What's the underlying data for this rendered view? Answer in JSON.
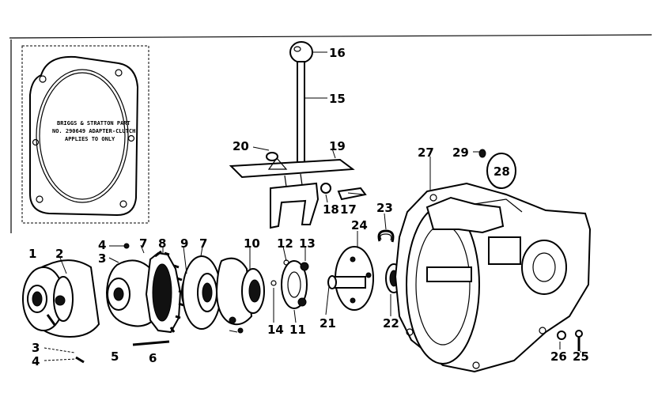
{
  "gasket_text": [
    "BRIGGS & STRATTON PART",
    "NO. 290649 ADAPTER-CLUTCH",
    "APPLIES TO ONLY"
  ],
  "callouts": [
    "1",
    "2",
    "3",
    "4",
    "3",
    "4",
    "5",
    "6",
    "7",
    "8",
    "9",
    "7",
    "10",
    "12",
    "13",
    "11",
    "14",
    "16",
    "15",
    "20",
    "19",
    "18",
    "17",
    "24",
    "23",
    "21",
    "22",
    "27",
    "29",
    "28",
    "26",
    "25"
  ]
}
